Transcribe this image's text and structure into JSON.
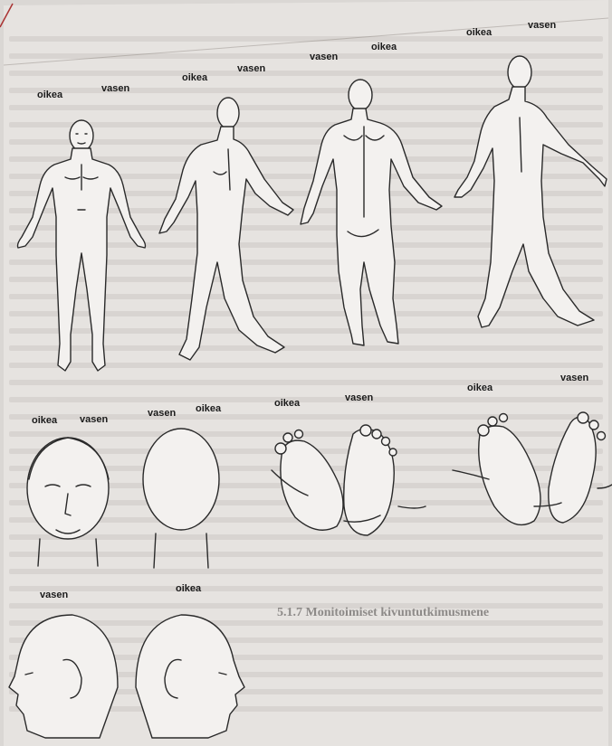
{
  "labels": {
    "right": "oikea",
    "left": "vasen"
  },
  "section_heading": "5.1.7 Monitoimiset kivuntutkimusmene",
  "colors": {
    "page": "#d9d6d3",
    "paper": "#eae8e6",
    "ink": "#2a2a2a"
  }
}
